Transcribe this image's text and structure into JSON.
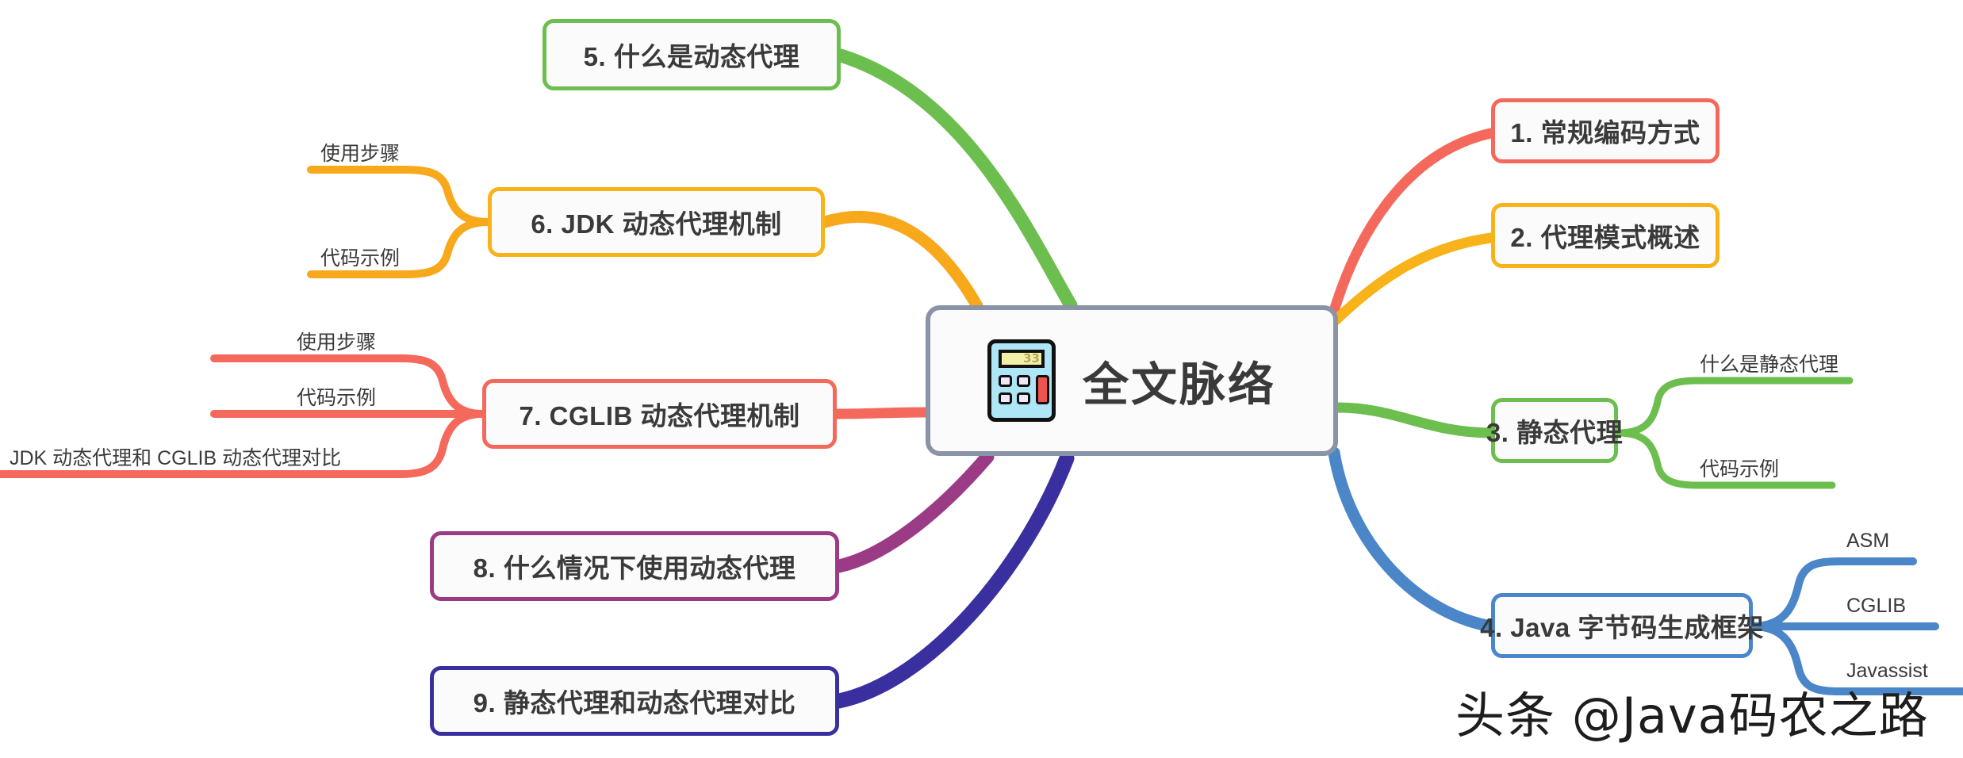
{
  "root": {
    "label": "全文脉络",
    "icon": "calculator-icon",
    "icon_display_value": "33",
    "border_color": "#8b93a6"
  },
  "watermark": {
    "text": "头条 @Java码农之路"
  },
  "palette": {
    "coral": "#f4695c",
    "amber": "#f7b319",
    "green": "#6cbe4e",
    "blue": "#4a86c8",
    "orange": "#f7a81b",
    "salmon": "#f4695c",
    "magenta": "#9c3b85",
    "indigo": "#3a2f9e",
    "leaf_green": "#6cbe4e",
    "text_dark": "#3a3a3a",
    "background": "#ffffff"
  },
  "branches": [
    {
      "id": "branch-1",
      "label": "1. 常规编码方式",
      "color": "#f4695c",
      "side": "right",
      "children": []
    },
    {
      "id": "branch-2",
      "label": "2. 代理模式概述",
      "color": "#f7b319",
      "side": "right",
      "children": []
    },
    {
      "id": "branch-3",
      "label": "3. 静态代理",
      "color": "#6cbe4e",
      "side": "right",
      "children": [
        {
          "label": "什么是静态代理"
        },
        {
          "label": "代码示例"
        }
      ]
    },
    {
      "id": "branch-4",
      "label": "4. Java 字节码生成框架",
      "color": "#4a86c8",
      "side": "right",
      "children": [
        {
          "label": "ASM"
        },
        {
          "label": "CGLIB"
        },
        {
          "label": "Javassist"
        }
      ]
    },
    {
      "id": "branch-5",
      "label": "5. 什么是动态代理",
      "color": "#6cbe4e",
      "side": "left",
      "children": []
    },
    {
      "id": "branch-6",
      "label": "6. JDK 动态代理机制",
      "color": "#f7b319",
      "side": "left",
      "children": [
        {
          "label": "使用步骤"
        },
        {
          "label": "代码示例"
        }
      ]
    },
    {
      "id": "branch-7",
      "label": "7. CGLIB 动态代理机制",
      "color": "#f4695c",
      "side": "left",
      "children": [
        {
          "label": "使用步骤"
        },
        {
          "label": "代码示例"
        },
        {
          "label": "JDK 动态代理和 CGLIB 动态代理对比"
        }
      ]
    },
    {
      "id": "branch-8",
      "label": "8. 什么情况下使用动态代理",
      "color": "#9c3b85",
      "side": "left",
      "children": []
    },
    {
      "id": "branch-9",
      "label": "9. 静态代理和动态代理对比",
      "color": "#3a2f9e",
      "side": "left",
      "children": []
    }
  ]
}
